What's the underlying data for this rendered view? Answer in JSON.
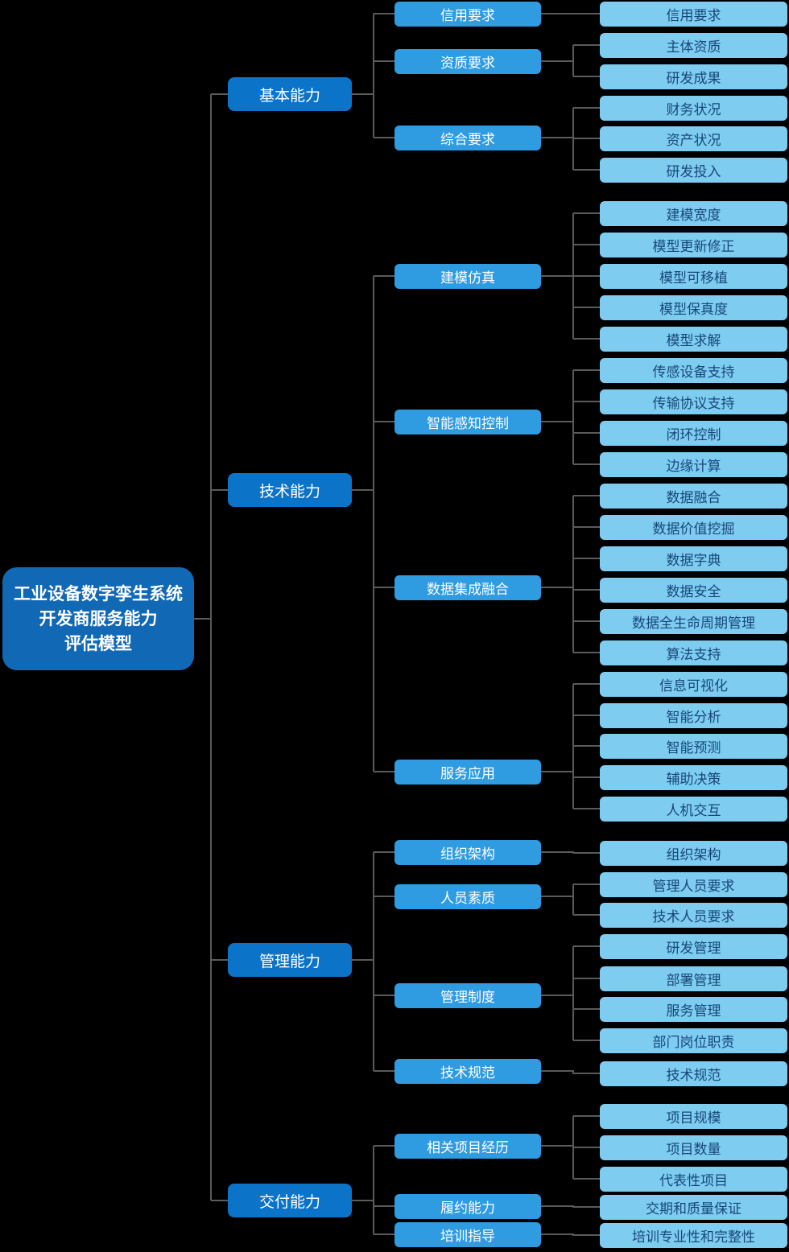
{
  "title": "工业设备数字孪生系统开发商服务能力评估模型",
  "diagram": {
    "root": {
      "lines": [
        "工业设备数字孪生系统",
        "开发商服务能力",
        "评估模型"
      ]
    },
    "colors": {
      "background": "#000000",
      "root_fill": "#1168b5",
      "level2_fill": "#0b74c9",
      "level3_fill": "#2f9be0",
      "leaf_fill": "#7ecdf1",
      "node_text": "#ffffff",
      "leaf_text": "#17477a",
      "connector": "#5a5a5a"
    },
    "branches": [
      {
        "label": "基本能力",
        "children": [
          {
            "label": "信用要求",
            "children": [
              {
                "label": "信用要求"
              }
            ]
          },
          {
            "label": "资质要求",
            "children": [
              {
                "label": "主体资质"
              },
              {
                "label": "研发成果"
              }
            ]
          },
          {
            "label": "综合要求",
            "children": [
              {
                "label": "财务状况"
              },
              {
                "label": "资产状况"
              },
              {
                "label": "研发投入"
              }
            ]
          }
        ]
      },
      {
        "label": "技术能力",
        "children": [
          {
            "label": "建模仿真",
            "children": [
              {
                "label": "建模宽度"
              },
              {
                "label": "模型更新修正"
              },
              {
                "label": "模型可移植"
              },
              {
                "label": "模型保真度"
              },
              {
                "label": "模型求解"
              }
            ]
          },
          {
            "label": "智能感知控制",
            "children": [
              {
                "label": "传感设备支持"
              },
              {
                "label": "传输协议支持"
              },
              {
                "label": "闭环控制"
              },
              {
                "label": "边缘计算"
              }
            ]
          },
          {
            "label": "数据集成融合",
            "children": [
              {
                "label": "数据融合"
              },
              {
                "label": "数据价值挖掘"
              },
              {
                "label": "数据字典"
              },
              {
                "label": "数据安全"
              },
              {
                "label": "数据全生命周期管理"
              },
              {
                "label": "算法支持"
              }
            ]
          },
          {
            "label": "服务应用",
            "children": [
              {
                "label": "信息可视化"
              },
              {
                "label": "智能分析"
              },
              {
                "label": "智能预测"
              },
              {
                "label": "辅助决策"
              },
              {
                "label": "人机交互"
              }
            ]
          }
        ]
      },
      {
        "label": "管理能力",
        "children": [
          {
            "label": "组织架构",
            "children": [
              {
                "label": "组织架构"
              }
            ]
          },
          {
            "label": "人员素质",
            "children": [
              {
                "label": "管理人员要求"
              },
              {
                "label": "技术人员要求"
              }
            ]
          },
          {
            "label": "管理制度",
            "children": [
              {
                "label": "研发管理"
              },
              {
                "label": "部署管理"
              },
              {
                "label": "服务管理"
              },
              {
                "label": "部门岗位职责"
              }
            ]
          },
          {
            "label": "技术规范",
            "children": [
              {
                "label": "技术规范"
              }
            ]
          }
        ]
      },
      {
        "label": "交付能力",
        "children": [
          {
            "label": "相关项目经历",
            "children": [
              {
                "label": "项目规模"
              },
              {
                "label": "项目数量"
              },
              {
                "label": "代表性项目"
              }
            ]
          },
          {
            "label": "履约能力",
            "children": [
              {
                "label": "交期和质量保证"
              }
            ]
          },
          {
            "label": "培训指导",
            "children": [
              {
                "label": "培训专业性和完整性"
              }
            ]
          }
        ]
      }
    ]
  }
}
